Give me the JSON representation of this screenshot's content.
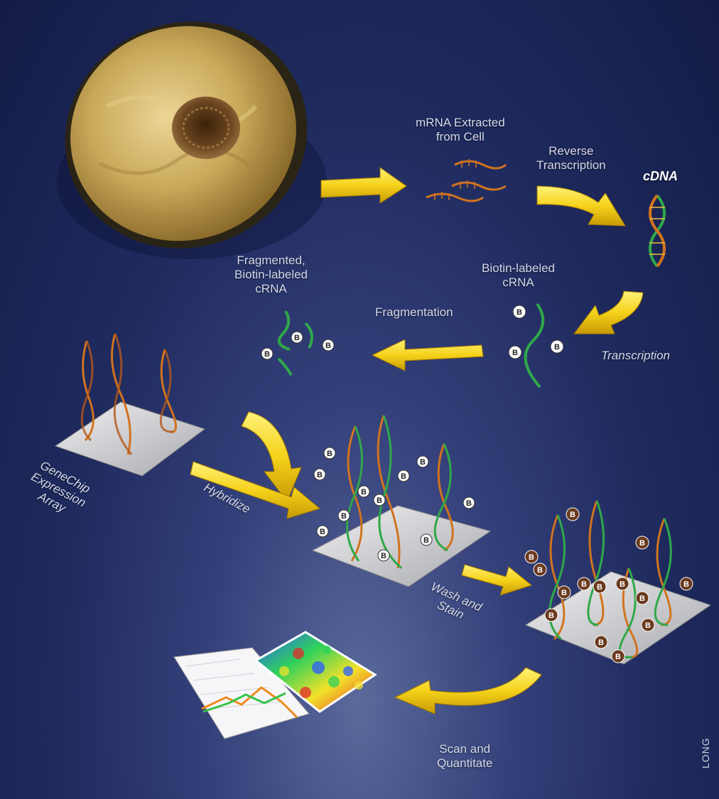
{
  "labels": {
    "mrna": "mRNA Extracted\nfrom Cell",
    "reverse": "Reverse\nTranscription",
    "cdna": "cDNA",
    "fragmented": "Fragmented,\nBiotin-labeled\ncRNA",
    "biotin_crna": "Biotin-labeled\ncRNA",
    "fragmentation": "Fragmentation",
    "transcription": "Transcription",
    "genechip": "GeneChip\nExpression\nArray",
    "hybridize": "Hybridize",
    "wash": "Wash and\nStain",
    "scan": "Scan and\nQuantitate",
    "watermark": "LONG"
  },
  "biotin_symbol": "B",
  "colors": {
    "arrow": "#f5d21a",
    "strand_orange": "#d2731e",
    "strand_green": "#2fa84a",
    "cell": "#c9a95a",
    "nucleus": "#5a3a1a",
    "chip": "#d9dadd",
    "biotin_white": "#ffffff",
    "biotin_brown": "#6b3a1e"
  }
}
